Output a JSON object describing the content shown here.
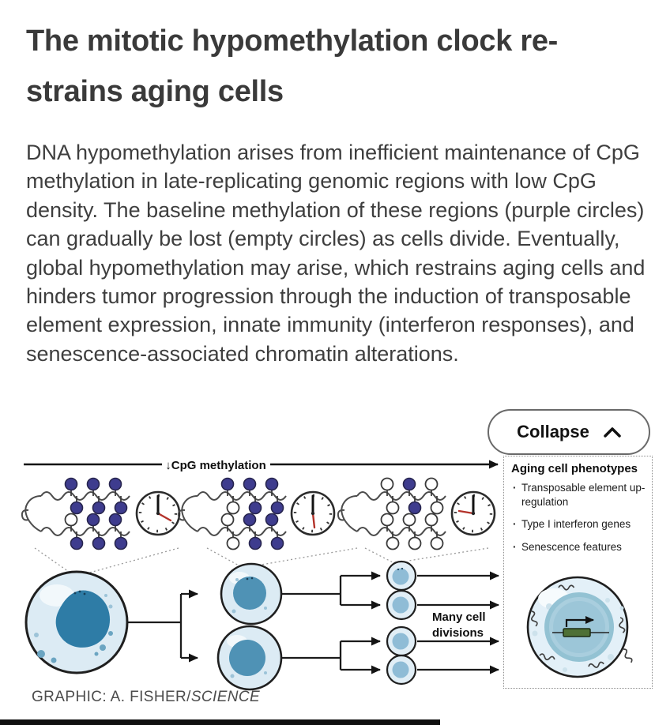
{
  "article": {
    "title_lines": [
      "The mitotic hypomethylation clock re-",
      "strains aging cells"
    ],
    "body": "DNA hypomethylation arises from inefficient maintenance of CpG methylation in late-replicating genomic regions with low CpG density. The baseline methylation of these regions (purple circles) can gradually be lost (empty circles) as cells divide. Eventually, global hypomethylation may arise, which restrains aging cells and hinders tumor progression through the induction of transposable element expression, innate immunity (interferon responses), and senescence-associated chromatin alterations.",
    "credit_prefix": "GRAPHIC: A. FISHER/",
    "credit_source": "SCIENCE"
  },
  "controls": {
    "collapse_label": "Collapse",
    "collapse_icon": "chevron-up"
  },
  "figure": {
    "main_arrow_label": "↓CpG methylation",
    "divisions_label": [
      "Many cell",
      "divisions"
    ],
    "phenotypes": {
      "heading": "Aging cell phenotypes",
      "bullets": [
        "Transposable element up-regulation",
        "Type I interferon genes",
        "Senescence features"
      ]
    },
    "dna_groups": [
      {
        "stage": "early",
        "methylated_cpg": 11,
        "unmethylated_cpg": 1,
        "clock": "few divisions"
      },
      {
        "stage": "middle",
        "methylated_cpg": 9,
        "unmethylated_cpg": 3,
        "clock": "more divisions"
      },
      {
        "stage": "late",
        "methylated_cpg": 2,
        "unmethylated_cpg": 10,
        "clock": "many divisions"
      }
    ],
    "colors": {
      "methylated_cpg": "#3e3c8e",
      "unmethylated_cpg": "#ffffff",
      "clock_hand_accent": "#b3322a",
      "cell_body": "#dcebf4",
      "stem_nucleus": "#2e7ca6",
      "daughter_nucleus": "#4f92b5",
      "granddaughter_nucleus": "#8fbcd6",
      "aging_nucleus": "#a6cddd",
      "gene_box": "#4e7036"
    }
  }
}
